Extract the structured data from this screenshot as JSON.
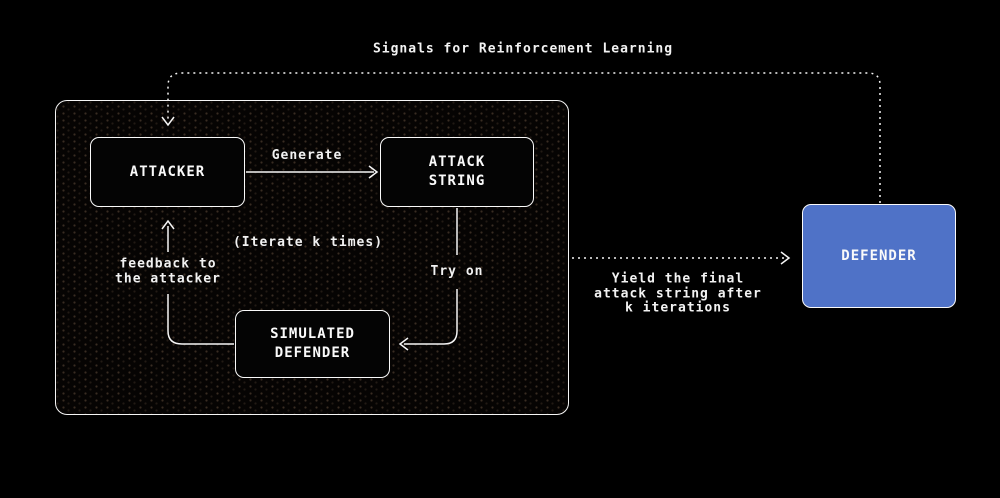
{
  "title": "Signals for Reinforcement Learning",
  "nodes": {
    "attacker": "ATTACKER",
    "attack_string": "ATTACK\nSTRING",
    "simulated_defender": "SIMULATED\nDEFENDER",
    "defender": "DEFENDER"
  },
  "edges": {
    "generate": "Generate",
    "iterate": "(Iterate k times)",
    "try_on": "Try on",
    "feedback": "feedback to\nthe attacker",
    "yield": "Yield the final\nattack string after\nk iterations"
  },
  "colors": {
    "background": "#000000",
    "node_fill": "#040404",
    "node_border": "#fafafa",
    "defender_fill": "#4f72c7",
    "wire": "#f5f5f5",
    "text": "#f2f2f2"
  }
}
